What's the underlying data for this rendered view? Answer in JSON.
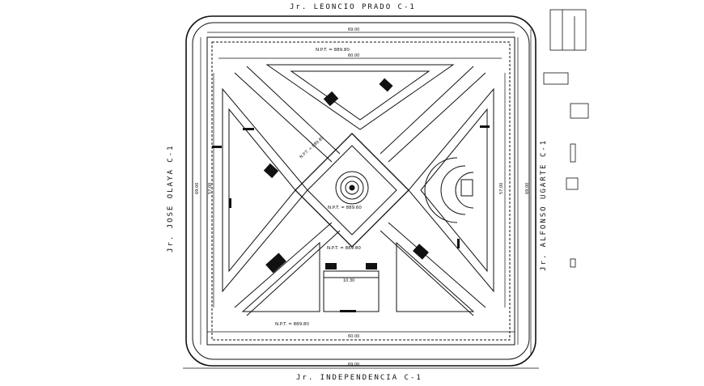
{
  "streets": {
    "north": "Jr. LEONCIO PRADO C-1",
    "south": "Jr. INDEPENDENCIA C-1",
    "west": "Jr. JOSE OLAYA C-1",
    "east": "Jr. ALFONSO UGARTE C-1"
  },
  "levels": {
    "north": "N.P.T. = 889.80",
    "center": "N.P.T. = 889.60",
    "south_inner": "N.P.T. = 889.80",
    "south": "N.P.T. = 889.80",
    "nw_arm": "N.P.T. = 889.80"
  },
  "dimensions": {
    "top_outer": "69.00",
    "top_inner": "60.00",
    "bottom_outer": "69.00",
    "bottom_inner": "60.00",
    "left": "69.00",
    "right": "69.00",
    "left_inner": "57.00",
    "right_inner": "57.00",
    "steps": "10.30"
  },
  "colors": {
    "line": "#111111",
    "background": "#ffffff"
  }
}
